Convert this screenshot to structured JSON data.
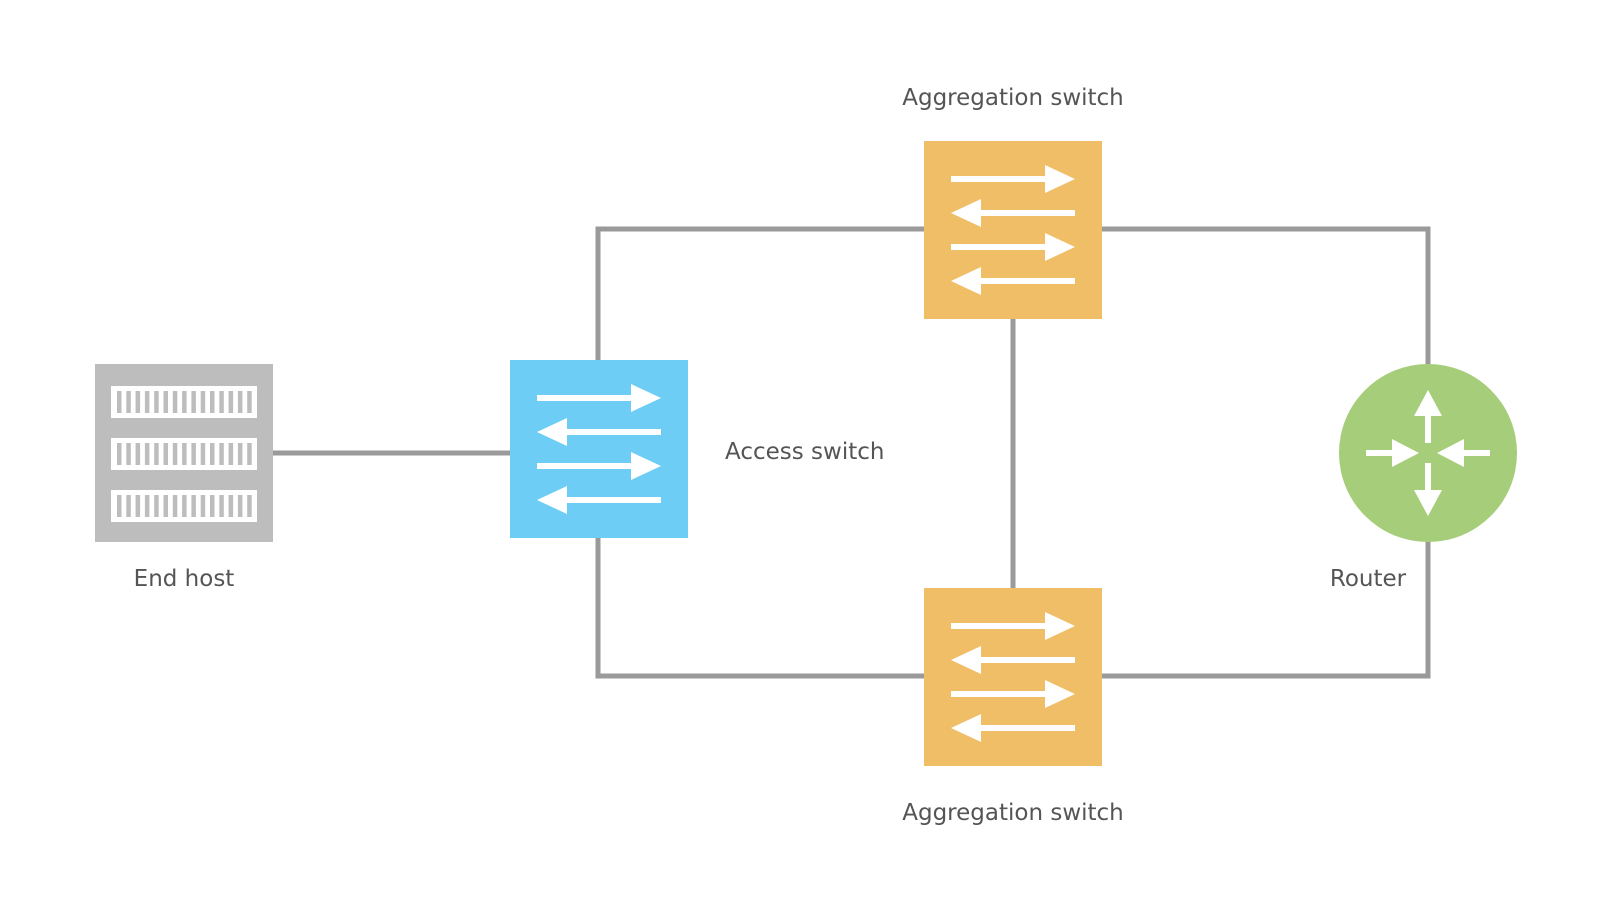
{
  "nodes": {
    "end_host": {
      "label": "End host",
      "color": "#bdbdbd",
      "icon": "server-icon"
    },
    "access_switch": {
      "label": "Access switch",
      "color": "#6ecdf5",
      "icon": "switch-icon"
    },
    "aggregation_top": {
      "label": "Aggregation switch",
      "color": "#f0be67",
      "icon": "switch-icon"
    },
    "aggregation_bottom": {
      "label": "Aggregation switch",
      "color": "#f0be67",
      "icon": "switch-icon"
    },
    "router": {
      "label": "Router",
      "color": "#a6cd79",
      "icon": "router-icon"
    }
  },
  "colors": {
    "link": "#9a9a9a",
    "label": "#555555",
    "glyph": "#ffffff"
  }
}
